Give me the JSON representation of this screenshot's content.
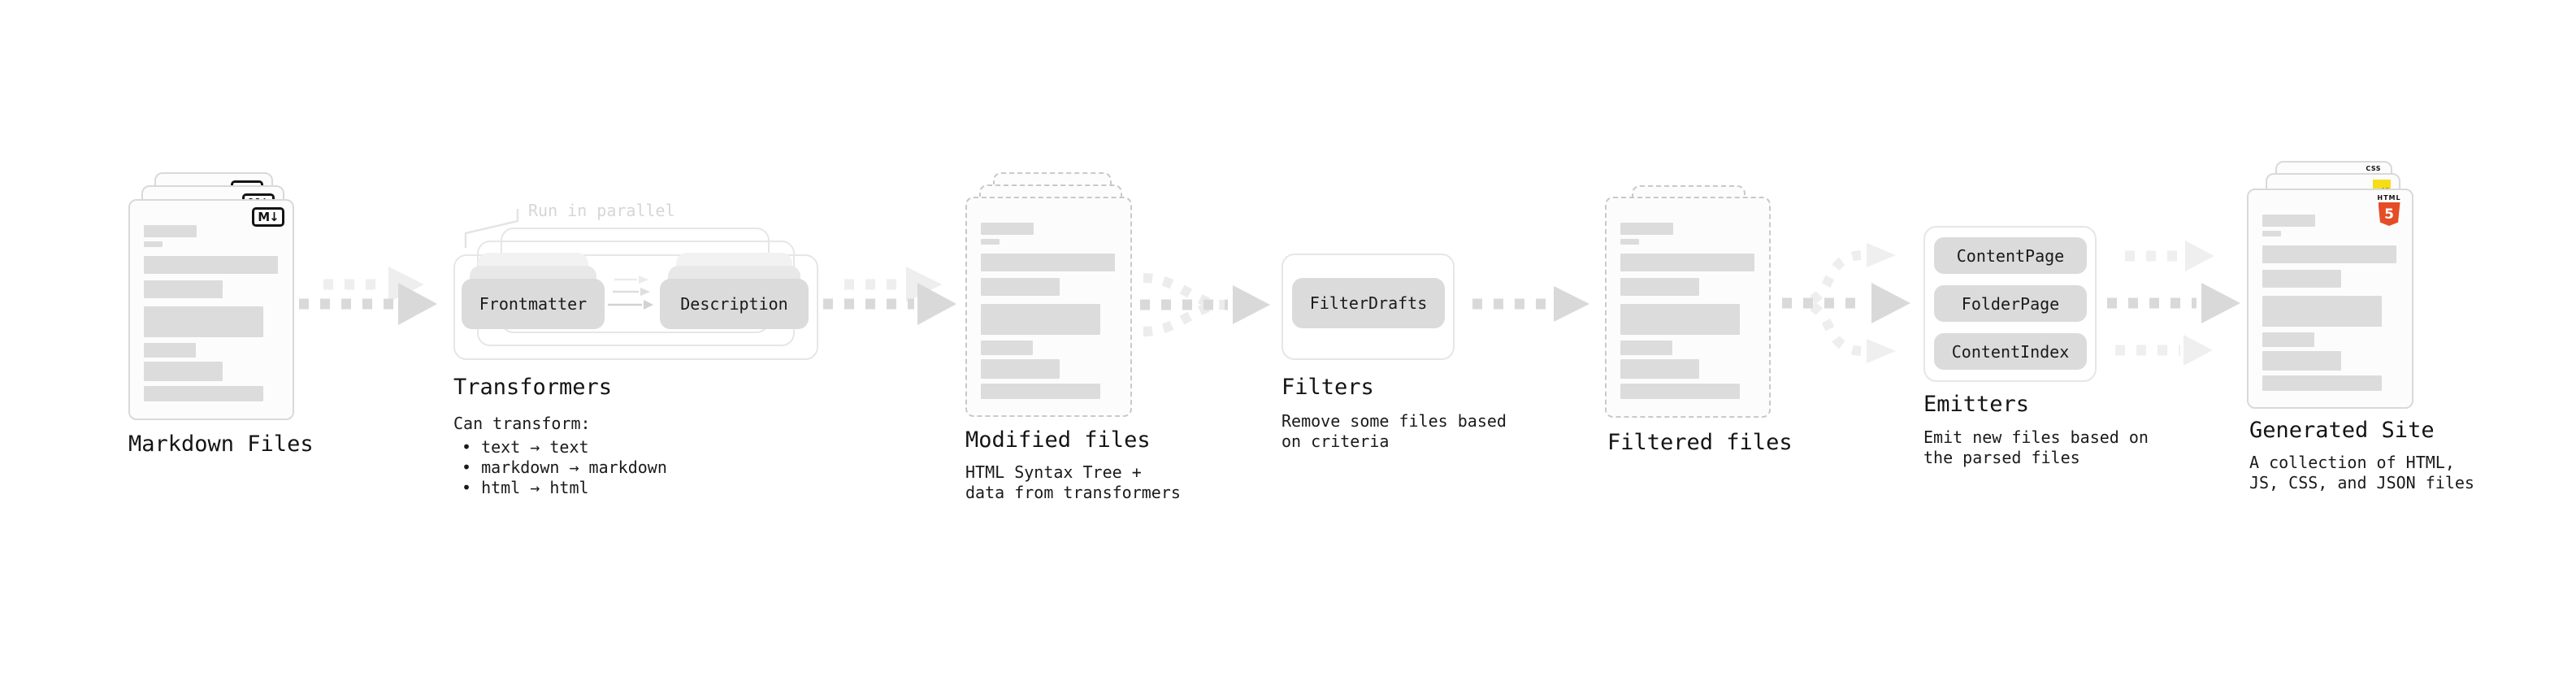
{
  "diagram": {
    "markdown": {
      "title": "Markdown Files"
    },
    "transformers": {
      "annotation": "Run in parallel",
      "node_left": "Frontmatter",
      "node_right": "Description",
      "title": "Transformers",
      "subtitle": "Can transform:",
      "bullets": [
        "• text → text",
        "• markdown → markdown",
        "• html → html"
      ]
    },
    "modified": {
      "title": "Modified files",
      "desc": [
        "HTML Syntax Tree +",
        "data from transformers"
      ]
    },
    "filters": {
      "node": "FilterDrafts",
      "title": "Filters",
      "desc": [
        "Remove some files based",
        "on criteria"
      ]
    },
    "filtered": {
      "title": "Filtered files"
    },
    "emitters": {
      "nodes": [
        "ContentPage",
        "FolderPage",
        "ContentIndex"
      ],
      "title": "Emitters",
      "desc": [
        "Emit new files based on",
        "the parsed files"
      ]
    },
    "generated": {
      "title": "Generated Site",
      "desc": [
        "A collection of HTML,",
        "JS, CSS, and JSON files"
      ]
    }
  },
  "icons": {
    "markdown_label": "M↓",
    "html5_label": "HTML",
    "html5_number": "5",
    "js_label": "JS",
    "css_label": "CSS"
  },
  "colors": {
    "html5_orange": "#e44d26",
    "js_yellow": "#f5de19",
    "css_blue": "#2962f3",
    "placeholder_bar": "#dcdcdc",
    "arrow_main": "#d9d9d9",
    "arrow_echo": "#eeeeee",
    "text": "#1a1a1a",
    "muted_annotation": "#d6d6d6"
  }
}
